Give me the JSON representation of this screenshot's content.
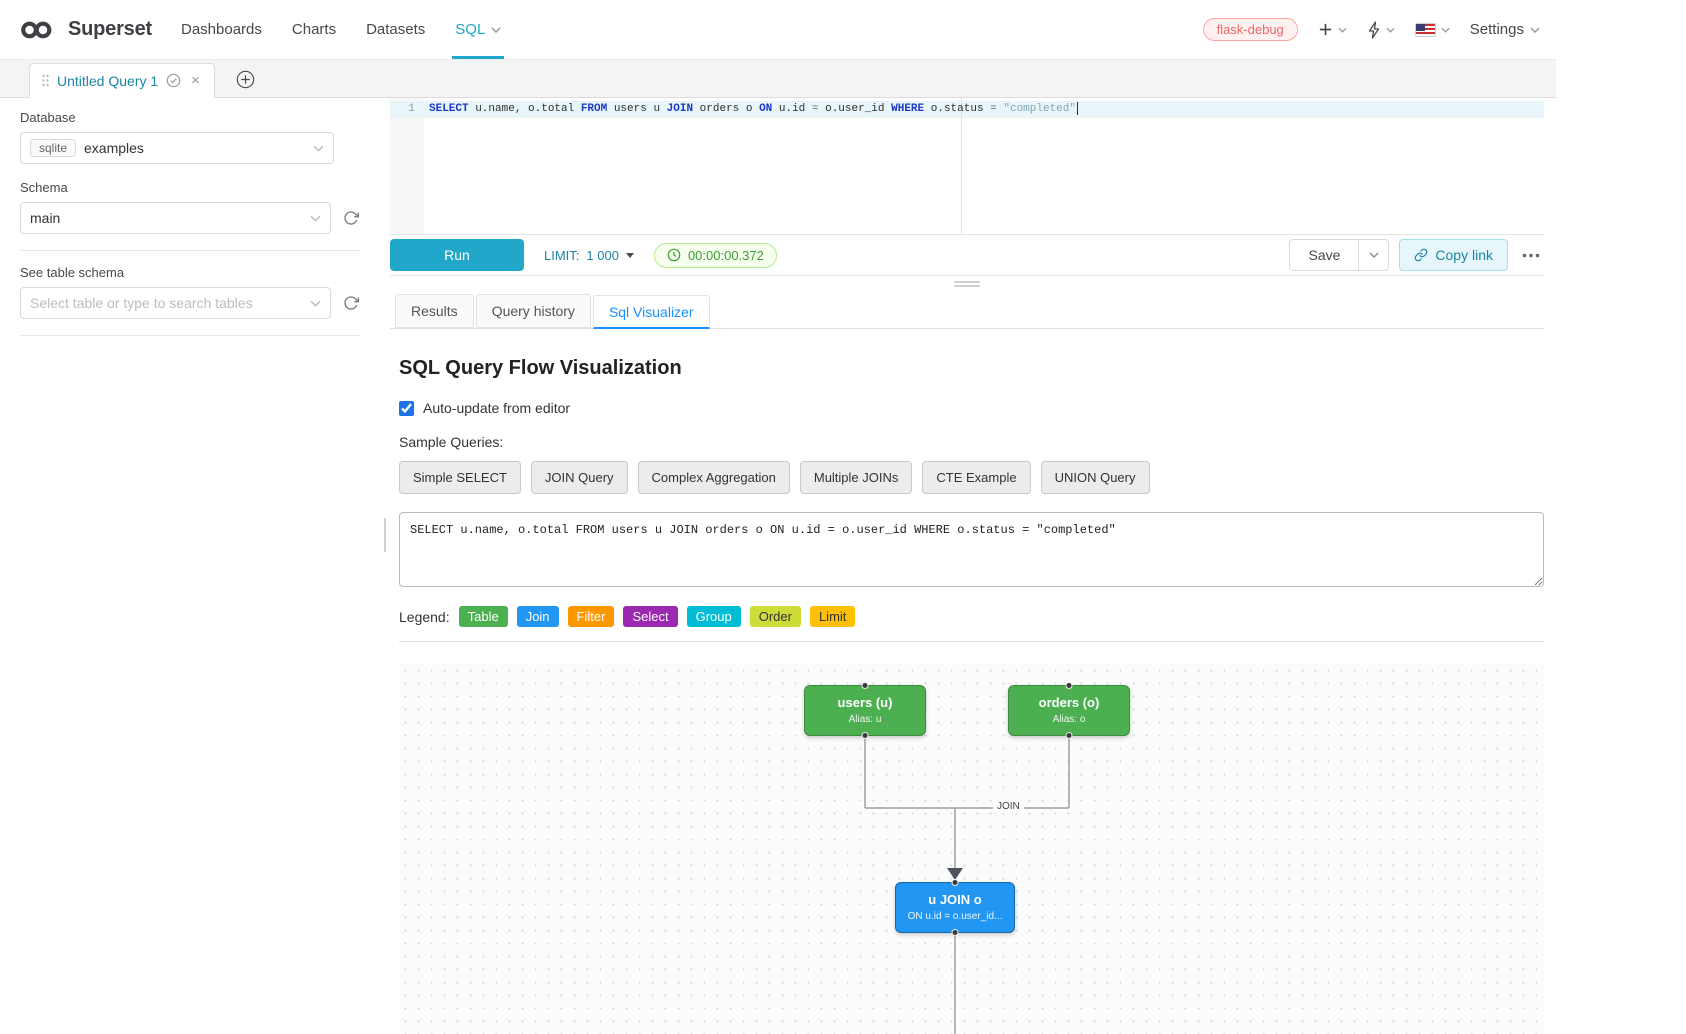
{
  "navbar": {
    "brand": "Superset",
    "menu": [
      "Dashboards",
      "Charts",
      "Datasets",
      "SQL"
    ],
    "env_tag": "flask-debug",
    "settings_label": "Settings"
  },
  "query_tabs": {
    "title": "Untitled Query 1"
  },
  "sidebar": {
    "database_label": "Database",
    "database_engine": "sqlite",
    "database_name": "examples",
    "schema_label": "Schema",
    "schema_name": "main",
    "table_label": "See table schema",
    "table_placeholder": "Select table or type to search tables"
  },
  "editor": {
    "line_number": "1",
    "tokens": [
      {
        "text": "SELECT"
      },
      {
        "text": " u.name, o.total "
      },
      {
        "text": "FROM"
      },
      {
        "text": " users u "
      },
      {
        "text": "JOIN"
      },
      {
        "text": " orders o "
      },
      {
        "text": "ON"
      },
      {
        "text": " u.id "
      },
      {
        "text": "="
      },
      {
        "text": " o.user_id "
      },
      {
        "text": "WHERE"
      },
      {
        "text": " o.status "
      },
      {
        "text": "="
      },
      {
        "text": " "
      },
      {
        "text": "\"completed\""
      }
    ]
  },
  "toolbar": {
    "run_label": "Run",
    "limit_label": "LIMIT:",
    "limit_value": "1 000",
    "elapsed_time": "00:00:00.372",
    "save_label": "Save",
    "copy_link_label": "Copy link"
  },
  "south_tabs": [
    "Results",
    "Query history",
    "Sql Visualizer"
  ],
  "visualizer": {
    "title": "SQL Query Flow Visualization",
    "auto_update_label": "Auto-update from editor",
    "auto_update_checked": "checked",
    "sample_queries_label": "Sample Queries:",
    "sample_queries": [
      "Simple SELECT",
      "JOIN Query",
      "Complex Aggregation",
      "Multiple JOINs",
      "CTE Example",
      "UNION Query"
    ],
    "sql_input": "SELECT u.name, o.total FROM users u JOIN orders o ON u.id = o.user_id WHERE o.status = \"completed\"",
    "legend_label": "Legend:",
    "legend": [
      {
        "label": "Table",
        "bg": "#4caf50",
        "fg": "#ffffff"
      },
      {
        "label": "Join",
        "bg": "#2196f3",
        "fg": "#ffffff"
      },
      {
        "label": "Filter",
        "bg": "#ff9800",
        "fg": "#ffffff"
      },
      {
        "label": "Select",
        "bg": "#9c27b0",
        "fg": "#ffffff"
      },
      {
        "label": "Group",
        "bg": "#00bcd4",
        "fg": "#ffffff"
      },
      {
        "label": "Order",
        "bg": "#cddc39",
        "fg": "#333333"
      },
      {
        "label": "Limit",
        "bg": "#ffc107",
        "fg": "#333333"
      }
    ],
    "diagram": {
      "edge_label": "JOIN",
      "nodes": [
        {
          "title": "users (u)",
          "subtitle": "Alias: u",
          "bg": "#4caf50",
          "border": "#3d8b40"
        },
        {
          "title": "orders (o)",
          "subtitle": "Alias: o",
          "bg": "#4caf50",
          "border": "#3d8b40"
        },
        {
          "title": "u JOIN o",
          "subtitle": "ON u.id = o.user_id...",
          "bg": "#2196f3",
          "border": "#1769aa"
        }
      ]
    }
  },
  "colors": {
    "primary_teal": "#20a7c9",
    "active_tab_blue": "#1890ff",
    "timer_green": "#3f9c35",
    "env_tag_red": "#ef6566"
  },
  "icons": {
    "logo": "infinity",
    "caret": "chevron-down",
    "new_item": "plus",
    "alerts": "lightning-bolt",
    "language": "us-flag",
    "tab_state": "check-circle",
    "tab_close": "x",
    "tab_add": "plus-circle",
    "refresh": "refresh-arrows",
    "elapsed": "clock",
    "copy_link": "link",
    "more": "ellipsis",
    "drag": "drag-dots"
  }
}
